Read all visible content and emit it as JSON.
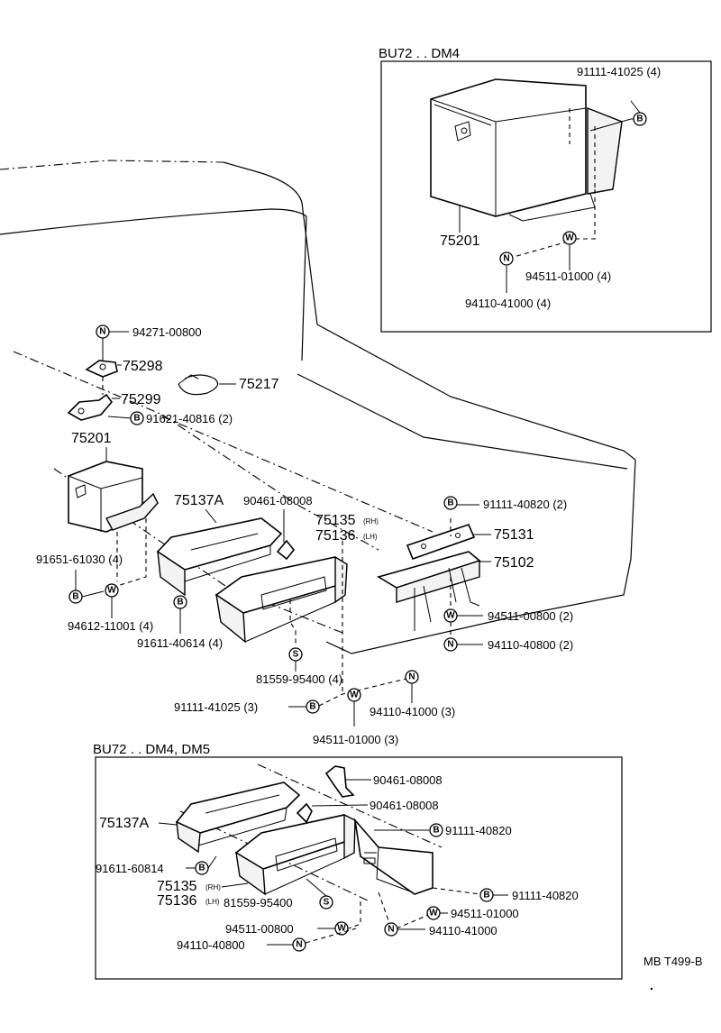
{
  "frames": {
    "top_title": "BU72 . . DM4",
    "bottom_title": "BU72 . . DM4, DM5"
  },
  "symbols": {
    "bolt": "B",
    "washer": "W",
    "nut": "N",
    "screw": "S"
  },
  "labels": {
    "t_91111_41025": "91111-41025 (4)",
    "t_75201": "75201",
    "t_94511_01000": "94511-01000 (4)",
    "t_94110_41000": "94110-41000 (4)",
    "m_94271": "94271-00800",
    "m_75298": "75298",
    "m_75299": "75299",
    "m_75217": "75217",
    "m_91621": "91621-40816 (2)",
    "m_75201": "75201",
    "m_75137a": "75137A",
    "m_90461": "90461-08008",
    "m_75135": "75135",
    "m_75135_sfx": "(RH)",
    "m_75136": "75136",
    "m_75136_sfx": "(LH)",
    "m_91111_40820": "91111-40820 (2)",
    "m_75131": "75131",
    "m_75102": "75102",
    "m_91651": "91651-61030 (4)",
    "m_94612": "94612-11001 (4)",
    "m_91611": "91611-40614 (4)",
    "m_94511_00800": "94511-00800 (2)",
    "m_94110_40800": "94110-40800 (2)",
    "m_81559": "81559-95400 (4)",
    "m_91111_41025": "91111-41025 (3)",
    "m_94110_41000": "94110-41000 (3)",
    "m_94511_01000": "94511-01000 (3)",
    "b_90461_a": "90461-08008",
    "b_90461_b": "90461-08008",
    "b_75137a": "75137A",
    "b_91111_40820_a": "91111-40820",
    "b_91611": "91611-60814",
    "b_75135": "75135",
    "b_75135_sfx": "(RH)",
    "b_75136": "75136",
    "b_75136_sfx": "(LH)",
    "b_81559": "81559-95400",
    "b_91111_40820_b": "91111-40820",
    "b_94511_01000": "94511-01000",
    "b_94511_00800": "94511-00800",
    "b_94110_41000": "94110-41000",
    "b_94110_40800": "94110-40800"
  },
  "footer": {
    "code": "MB T499-B"
  }
}
